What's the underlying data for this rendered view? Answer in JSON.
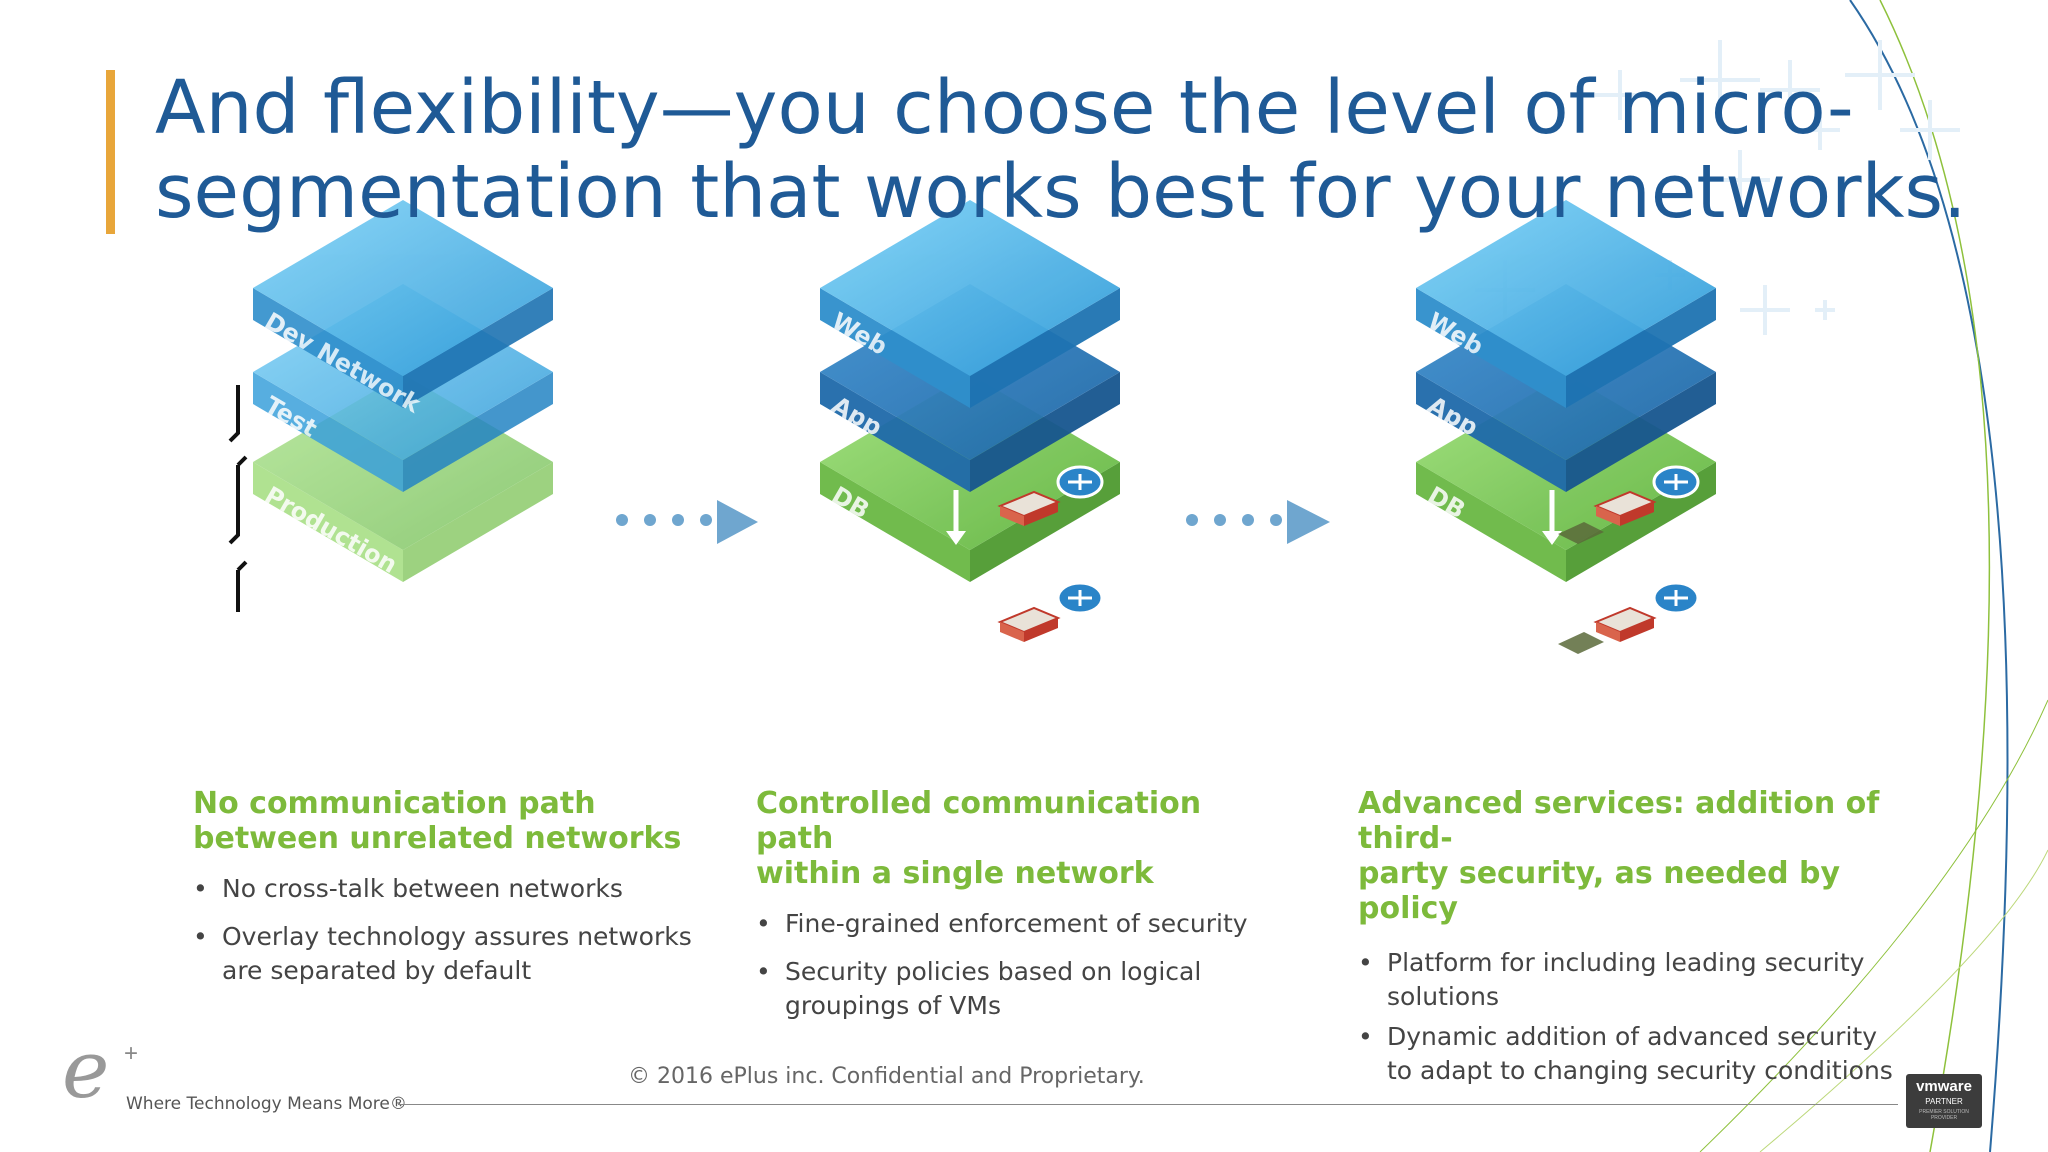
{
  "slide": {
    "title_line1": "And flexibility—you choose the level of micro-",
    "title_line2": "segmentation that works best for your networks.",
    "accent_color": "#e8a63a",
    "title_color": "#1f5a96",
    "heading_color": "#7dba3b"
  },
  "diagrams": [
    {
      "layers": [
        "Dev Network",
        "Test",
        "Production"
      ]
    },
    {
      "layers": [
        "Web",
        "App",
        "DB"
      ]
    },
    {
      "layers": [
        "Web",
        "App",
        "DB"
      ]
    }
  ],
  "columns": [
    {
      "heading_line1": "No communication path",
      "heading_line2": "between unrelated networks",
      "bullets": [
        "No cross-talk between networks",
        "Overlay technology assures networks",
        "are separated by default"
      ]
    },
    {
      "heading_line1": "Controlled communication path",
      "heading_line2": "within a single network",
      "bullets": [
        "Fine-grained enforcement of security",
        "Security policies based on logical",
        "groupings of VMs"
      ]
    },
    {
      "heading_line1": "Advanced services: addition of third-",
      "heading_line2": "party security, as needed by policy",
      "bullets": [
        "Platform for including leading security",
        "solutions",
        "Dynamic addition of advanced security",
        "to adapt to changing security conditions"
      ]
    }
  ],
  "footer": {
    "copyright": "© 2016 ePlus inc. Confidential and Proprietary.",
    "tagline": "Where Technology Means More®",
    "logo_letter": "e",
    "logo_plus": "+",
    "badge_line1": "vmware",
    "badge_line2": "PARTNER",
    "badge_line3": "PREMIER SOLUTION PROVIDER"
  },
  "icons": [
    "router-icon",
    "firewall-icon",
    "down-arrow-icon",
    "dotted-arrow-icon",
    "third-party-appliance-icon"
  ]
}
